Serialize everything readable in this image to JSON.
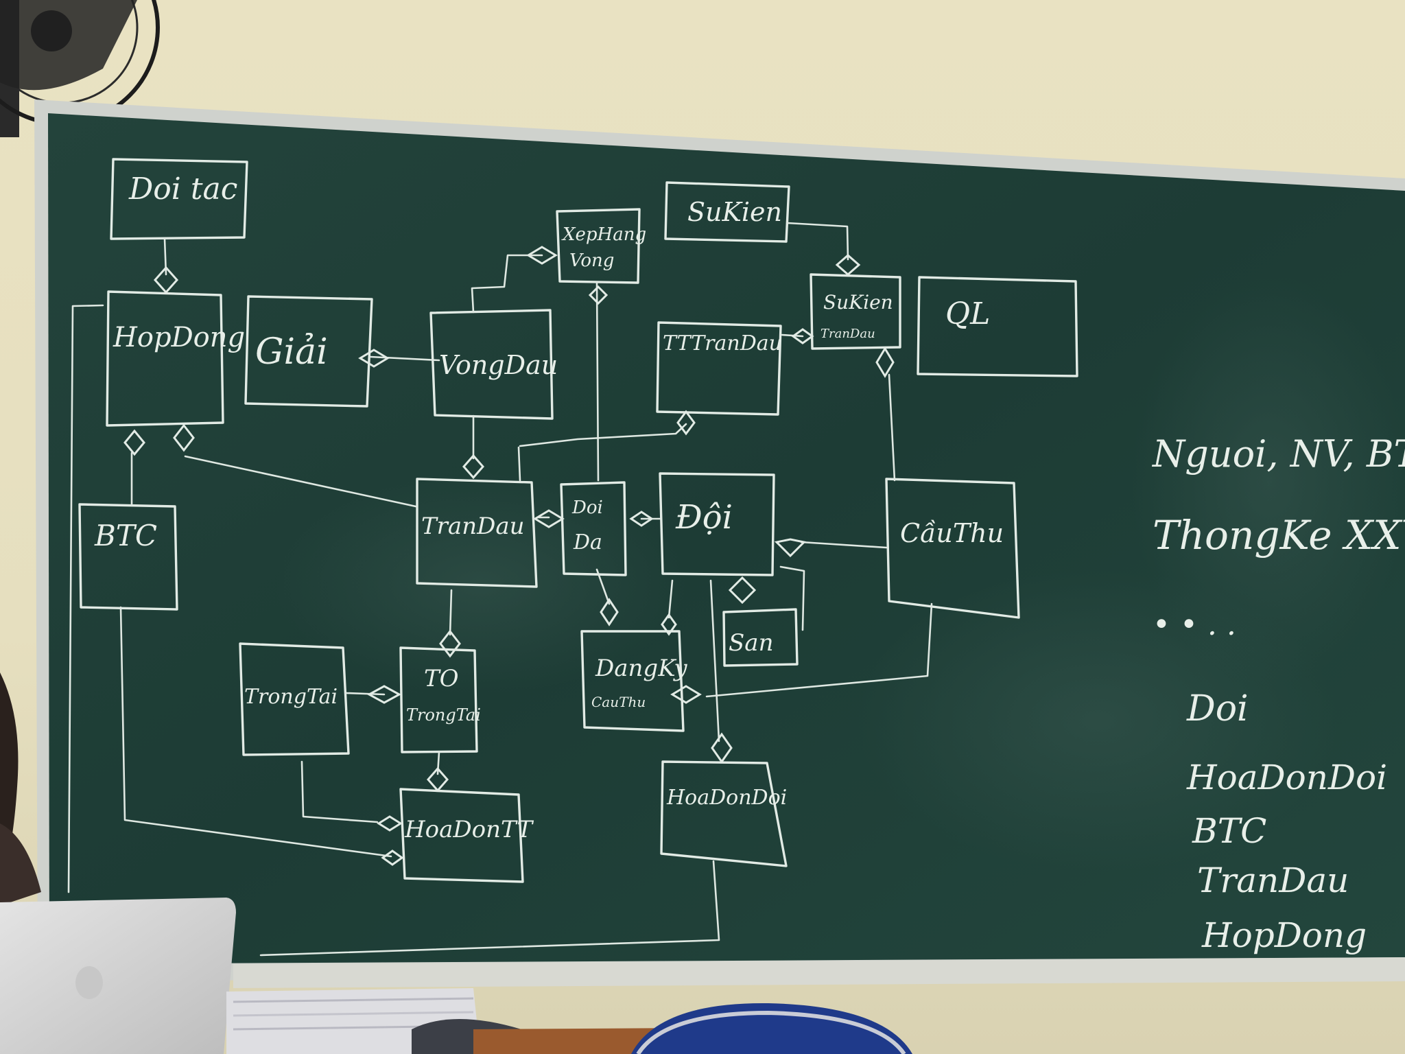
{
  "entities": {
    "doitac": "Doi tac",
    "hopdong": "HopDong",
    "giai": "Giải",
    "vongdau": "VongDau",
    "xephangvong_1": "XepHang",
    "xephangvong_2": "Vong",
    "sukien": "SuKien",
    "sukientrandau_1": "SuKien",
    "sukientrandau_2": "TranDau",
    "ql": "QL",
    "tttrandau": "TTTranDau",
    "btc": "BTC",
    "trandau": "TranDau",
    "doida_1": "Doi",
    "doida_2": "Da",
    "doi": "Đội",
    "cauthu": "CầuThu",
    "san": "San",
    "trongtai": "TrongTai",
    "totrongtai_1": "TO",
    "totrongtai_2": "TrongTai",
    "dangky_1": "DangKy",
    "dangky_2": "CauThu",
    "hoadondoi": "HoaDonDoi",
    "hoadontt": "HoaDonTT"
  },
  "notes": {
    "line1": "Nguoi, NV, BTC,",
    "line2": "ThongKe XXY",
    "line3": "• • . .",
    "list": [
      "Doi",
      "HoaDonDoi",
      "BTC",
      "TranDau",
      "HopDong"
    ]
  },
  "colors": {
    "wall": "#e8e1c1",
    "board": "#1f3d36",
    "board_frame": "#c9ccc8",
    "chalk": "#e2ebe5",
    "laptop": "#d6d6d6",
    "chair": "#1f3a8a"
  }
}
